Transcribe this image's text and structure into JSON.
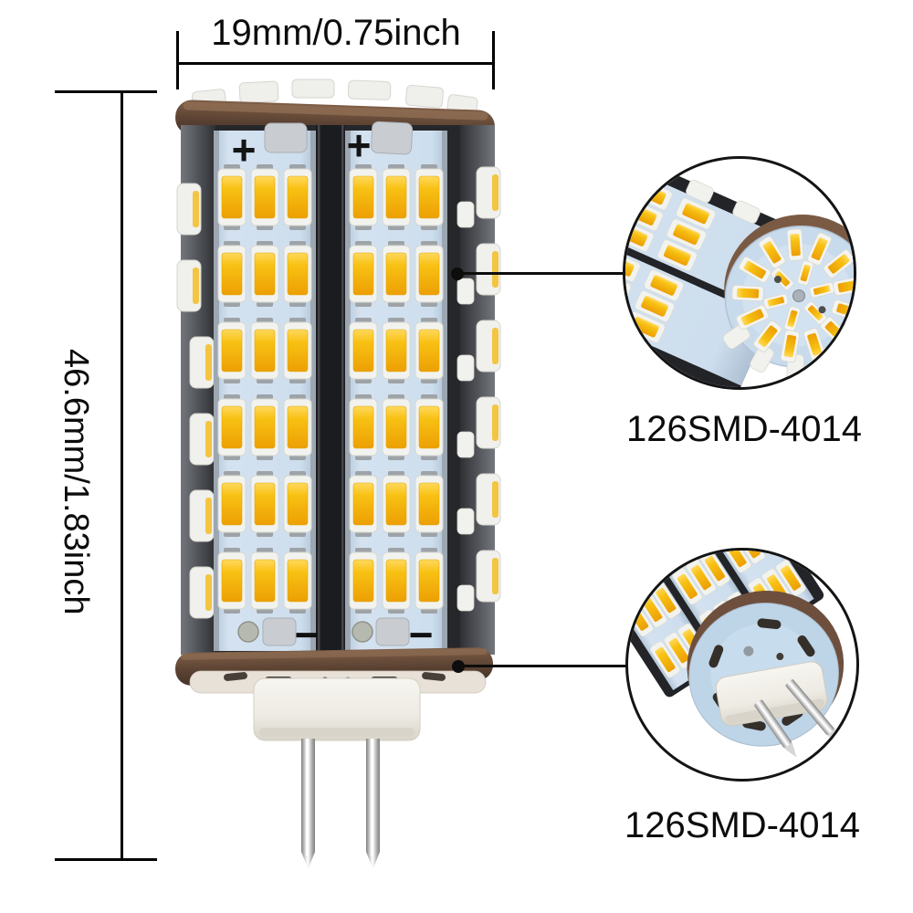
{
  "annotations": {
    "width_label": "19mm/0.75inch",
    "height_label": "46.6mm/1.83inch"
  },
  "bulb": {
    "plus_mark": "+",
    "minus_mark": "−",
    "front": {
      "strips": 2,
      "rows": 6,
      "cols": 3
    },
    "side_rows": 6
  },
  "insets": [
    {
      "label": "126SMD-4014",
      "radial_leds": 13,
      "inner_leds": 6,
      "rim_nubs": 6,
      "body_strips": 2,
      "body_blocks": 4,
      "leds_per_block": 3,
      "top_nubs": 4
    },
    {
      "label": "126SMD-4014",
      "slots": 7,
      "body_strips": 3,
      "body_rows": 4,
      "body_cols": 3
    }
  ],
  "colors": {
    "smd_yellow": "#f8c113",
    "pcb_blue": "#cfdfee",
    "board_brown": "#6e4f3d",
    "annotation_black": "#0d0d0d"
  }
}
